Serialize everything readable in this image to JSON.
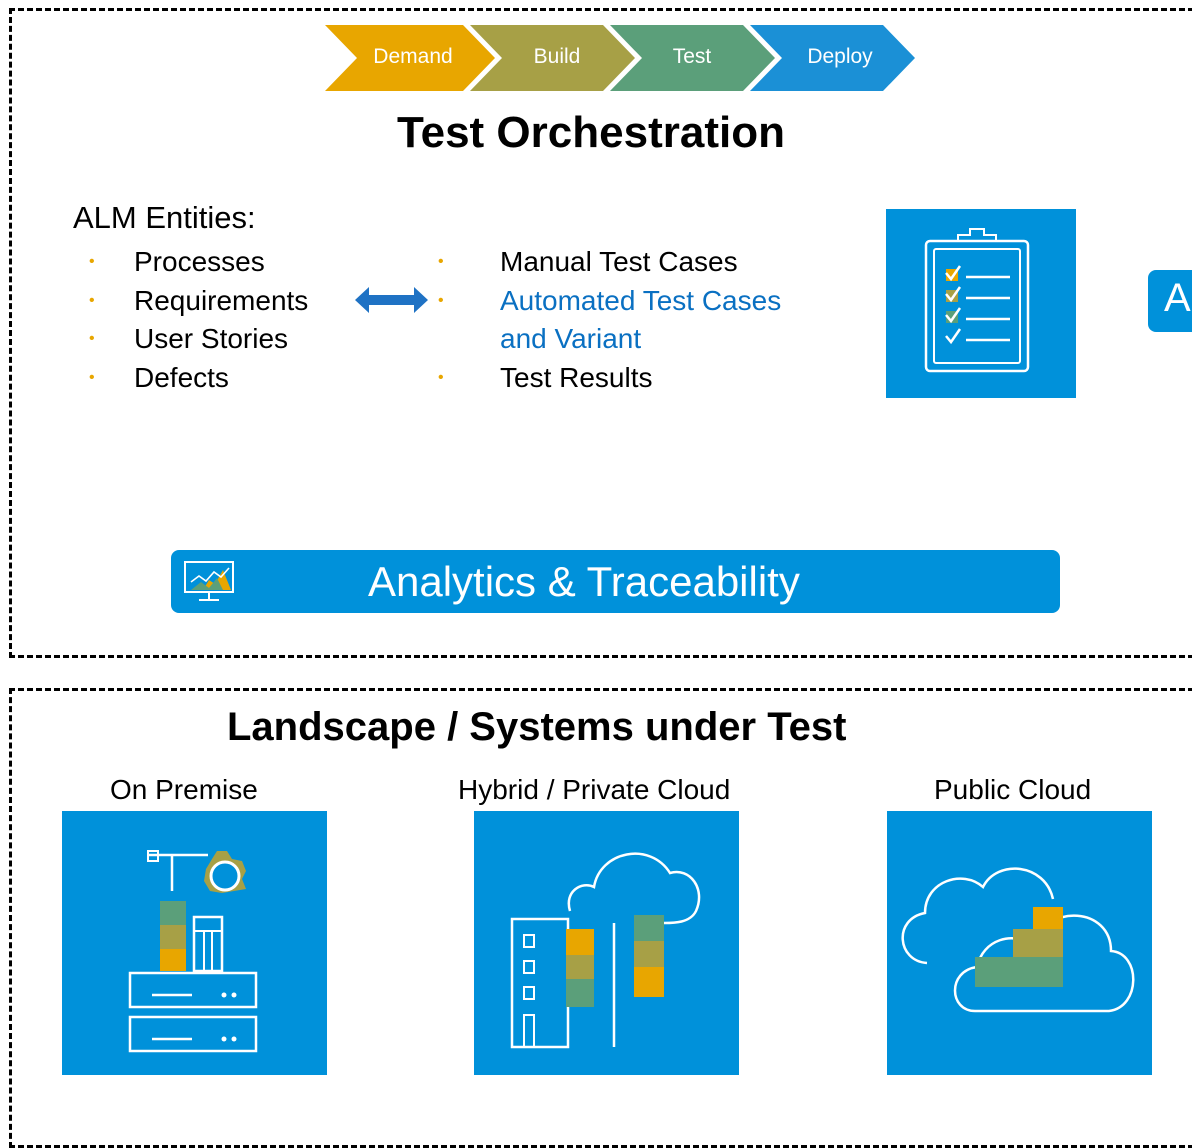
{
  "phases": [
    "Demand",
    "Build",
    "Test",
    "Deploy"
  ],
  "colors": {
    "demand": "#e8a600",
    "build": "#a7a046",
    "test": "#5b9f7a",
    "deploy": "#1b90d6",
    "tile_blue": "#0091da",
    "bullet": "#e8a600",
    "link_text": "#0a70c2",
    "arrow": "#1f72c4"
  },
  "orchestration": {
    "title": "Test Orchestration",
    "alm_heading": "ALM Entities:",
    "alm_items": [
      "Processes",
      "Requirements",
      "User Stories",
      "Defects"
    ],
    "test_items": [
      "Manual Test Cases",
      "Automated Test Cases",
      "and Variant",
      "Test Results"
    ],
    "side_badge": "A",
    "analytics_label": "Analytics & Traceability"
  },
  "landscape": {
    "title": "Landscape / Systems under Test",
    "systems": [
      "On Premise",
      "Hybrid / Private Cloud",
      "Public Cloud"
    ]
  },
  "icons": [
    "clipboard-checklist-icon",
    "analytics-monitor-icon",
    "on-premise-server-icon",
    "hybrid-cloud-building-icon",
    "public-cloud-icon"
  ]
}
